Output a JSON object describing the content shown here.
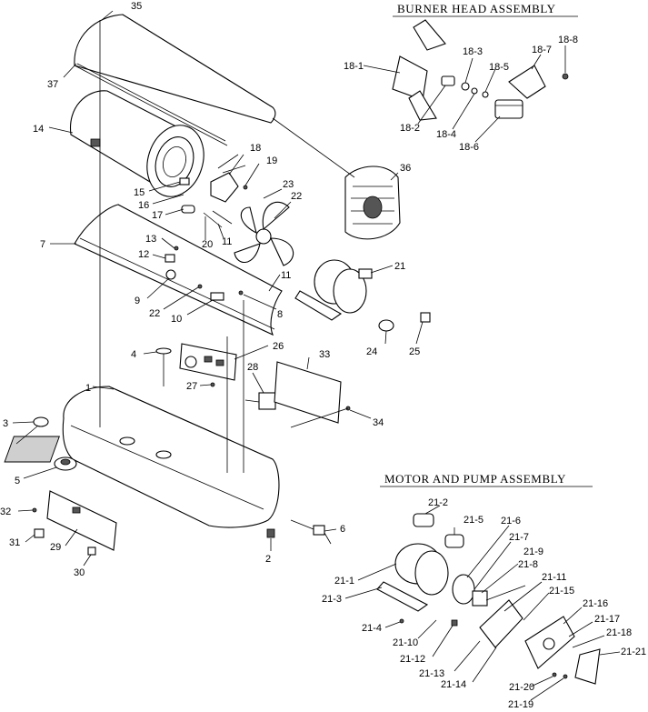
{
  "titles": {
    "burner": "BURNER HEAD ASSEMBLY",
    "motor": "MOTOR AND PUMP ASSEMBLY"
  },
  "labels": [
    {
      "id": "35",
      "text": "35"
    },
    {
      "id": "37",
      "text": "37"
    },
    {
      "id": "14",
      "text": "14"
    },
    {
      "id": "18",
      "text": "18"
    },
    {
      "id": "19",
      "text": "19"
    },
    {
      "id": "36",
      "text": "36"
    },
    {
      "id": "23",
      "text": "23"
    },
    {
      "id": "22a",
      "text": "22"
    },
    {
      "id": "15",
      "text": "15"
    },
    {
      "id": "16",
      "text": "16"
    },
    {
      "id": "17",
      "text": "17"
    },
    {
      "id": "20",
      "text": "20"
    },
    {
      "id": "11a",
      "text": "11"
    },
    {
      "id": "7",
      "text": "7"
    },
    {
      "id": "13",
      "text": "13"
    },
    {
      "id": "12",
      "text": "12"
    },
    {
      "id": "21",
      "text": "21"
    },
    {
      "id": "11b",
      "text": "11"
    },
    {
      "id": "9",
      "text": "9"
    },
    {
      "id": "22b",
      "text": "22"
    },
    {
      "id": "10",
      "text": "10"
    },
    {
      "id": "8",
      "text": "8"
    },
    {
      "id": "24",
      "text": "24"
    },
    {
      "id": "25",
      "text": "25"
    },
    {
      "id": "4",
      "text": "4"
    },
    {
      "id": "26",
      "text": "26"
    },
    {
      "id": "33",
      "text": "33"
    },
    {
      "id": "28",
      "text": "28"
    },
    {
      "id": "27",
      "text": "27"
    },
    {
      "id": "1",
      "text": "1"
    },
    {
      "id": "34",
      "text": "34"
    },
    {
      "id": "3",
      "text": "3"
    },
    {
      "id": "5",
      "text": "5"
    },
    {
      "id": "32",
      "text": "32"
    },
    {
      "id": "6",
      "text": "6"
    },
    {
      "id": "31",
      "text": "31"
    },
    {
      "id": "29",
      "text": "29"
    },
    {
      "id": "2",
      "text": "2"
    },
    {
      "id": "30",
      "text": "30"
    },
    {
      "id": "18-1",
      "text": "18-1"
    },
    {
      "id": "18-2",
      "text": "18-2"
    },
    {
      "id": "18-3",
      "text": "18-3"
    },
    {
      "id": "18-4",
      "text": "18-4"
    },
    {
      "id": "18-5",
      "text": "18-5"
    },
    {
      "id": "18-6",
      "text": "18-6"
    },
    {
      "id": "18-7",
      "text": "18-7"
    },
    {
      "id": "18-8",
      "text": "18-8"
    },
    {
      "id": "21-1",
      "text": "21-1"
    },
    {
      "id": "21-2",
      "text": "21-2"
    },
    {
      "id": "21-3",
      "text": "21-3"
    },
    {
      "id": "21-4",
      "text": "21-4"
    },
    {
      "id": "21-5",
      "text": "21-5"
    },
    {
      "id": "21-6",
      "text": "21-6"
    },
    {
      "id": "21-7",
      "text": "21-7"
    },
    {
      "id": "21-8",
      "text": "21-8"
    },
    {
      "id": "21-9",
      "text": "21-9"
    },
    {
      "id": "21-10",
      "text": "21-10"
    },
    {
      "id": "21-11",
      "text": "21-11"
    },
    {
      "id": "21-12",
      "text": "21-12"
    },
    {
      "id": "21-13",
      "text": "21-13"
    },
    {
      "id": "21-14",
      "text": "21-14"
    },
    {
      "id": "21-15",
      "text": "21-15"
    },
    {
      "id": "21-16",
      "text": "21-16"
    },
    {
      "id": "21-17",
      "text": "21-17"
    },
    {
      "id": "21-18",
      "text": "21-18"
    },
    {
      "id": "21-19",
      "text": "21-19"
    },
    {
      "id": "21-20",
      "text": "21-20"
    },
    {
      "id": "21-21",
      "text": "21-21"
    }
  ]
}
